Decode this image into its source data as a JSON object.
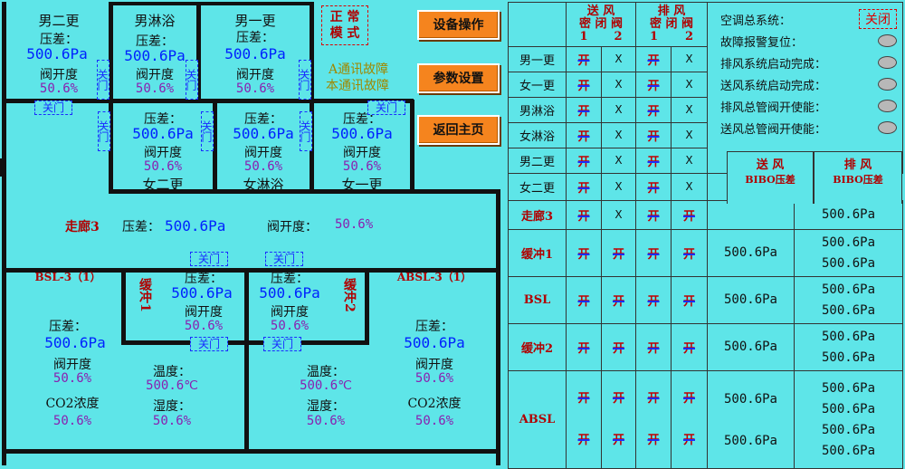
{
  "rooms": {
    "nan_er_geng": {
      "name": "男二更",
      "pressure_label": "压差：",
      "pressure": "500.6Pa",
      "valve_label": "阀开度",
      "valve": "50.6%"
    },
    "nan_lin_yu": {
      "name": "男淋浴",
      "pressure_label": "压差：",
      "pressure": "500.6Pa",
      "valve_label": "阀开度",
      "valve": "50.6%"
    },
    "nan_yi_geng": {
      "name": "男一更",
      "pressure_label": "压差：",
      "pressure": "500.6Pa",
      "valve_label": "阀开度",
      "valve": "50.6%"
    },
    "nv_er_geng": {
      "name": "女二更",
      "pressure_label": "压差：",
      "pressure": "500.6Pa",
      "valve_label": "阀开度",
      "valve": "50.6%"
    },
    "nv_lin_yu": {
      "name": "女淋浴",
      "pressure_label": "压差：",
      "pressure": "500.6Pa",
      "valve_label": "阀开度",
      "valve": "50.6%"
    },
    "nv_yi_geng": {
      "name": "女一更",
      "pressure_label": "压差：",
      "pressure": "500.6Pa",
      "valve_label": "阀开度",
      "valve": "50.6%"
    },
    "corridor": {
      "name": "走廊3",
      "pressure_label": "压差：",
      "pressure": "500.6Pa",
      "valve_label": "阀开度：",
      "valve": "50.6%"
    },
    "buffer1": {
      "name": "缓冲1",
      "pressure_label": "压差：",
      "pressure": "500.6Pa",
      "valve_label": "阀开度",
      "valve": "50.6%"
    },
    "buffer2": {
      "name": "缓冲2",
      "pressure_label": "压差：",
      "pressure": "500.6Pa",
      "valve_label": "阀开度",
      "valve": "50.6%"
    },
    "bsl": {
      "name": "BSL-3（1）",
      "pressure_label": "压差：",
      "pressure": "500.6Pa",
      "valve_label": "阀开度",
      "valve": "50.6%",
      "co2_label": "CO2浓度",
      "co2": "50.6%",
      "temp_label": "温度：",
      "temp": "500.6℃",
      "humidity_label": "湿度：",
      "humidity": "50.6%"
    },
    "absl": {
      "name": "ABSL-3（1）",
      "pressure_label": "压差：",
      "pressure": "500.6Pa",
      "valve_label": "阀开度",
      "valve": "50.6%",
      "co2_label": "CO2浓度",
      "co2": "50.6%",
      "temp_label": "温度：",
      "temp": "500.6℃",
      "humidity_label": "湿度：",
      "humidity": "50.6%"
    }
  },
  "doors": {
    "label": "关门"
  },
  "mode": {
    "text": "正 常 模 式",
    "color": "#b00000"
  },
  "faults": {
    "a_comm": "A通讯故障",
    "local_comm": "本通讯故障"
  },
  "buttons": {
    "device_op": "设备操作",
    "params": "参数设置",
    "home": "返回主页"
  },
  "table": {
    "supply_header": "送 风",
    "exhaust_header": "排 风",
    "damper_sub": "密 闭 阀",
    "col1": "1",
    "col2": "2",
    "supply_bibo": "送 风",
    "exhaust_bibo": "排 风",
    "bibo_sub": "BIBO压差",
    "open": "开",
    "closed": "X",
    "rows": [
      {
        "name": "男一更",
        "s1": "开",
        "s2": "X",
        "e1": "开",
        "e2": "X"
      },
      {
        "name": "女一更",
        "s1": "开",
        "s2": "X",
        "e1": "开",
        "e2": "X"
      },
      {
        "name": "男淋浴",
        "s1": "开",
        "s2": "X",
        "e1": "开",
        "e2": "X"
      },
      {
        "name": "女淋浴",
        "s1": "开",
        "s2": "X",
        "e1": "开",
        "e2": "X"
      },
      {
        "name": "男二更",
        "s1": "开",
        "s2": "X",
        "e1": "开",
        "e2": "X"
      },
      {
        "name": "女二更",
        "s1": "开",
        "s2": "X",
        "e1": "开",
        "e2": "X"
      },
      {
        "name": "走廊3",
        "s1": "开",
        "s2": "X",
        "e1": "开",
        "e2": "开",
        "sp": "",
        "ep": [
          "500.6Pa"
        ]
      },
      {
        "name": "缓冲1",
        "s1": "开",
        "s2": "开",
        "e1": "开",
        "e2": "开",
        "sp": "500.6Pa",
        "ep": [
          "500.6Pa",
          "500.6Pa"
        ]
      },
      {
        "name": "BSL",
        "s1": "开",
        "s2": "开",
        "e1": "开",
        "e2": "开",
        "sp": "500.6Pa",
        "ep": [
          "500.6Pa",
          "500.6Pa"
        ]
      },
      {
        "name": "缓冲2",
        "s1": "开",
        "s2": "开",
        "e1": "开",
        "e2": "开",
        "sp": "500.6Pa",
        "ep": [
          "500.6Pa",
          "500.6Pa"
        ]
      }
    ],
    "absl": {
      "name": "ABSL",
      "s1a": "开",
      "s2a": "开",
      "e1a": "开",
      "e2a": "开",
      "s1b": "开",
      "s2b": "开",
      "e1b": "开",
      "e2b": "开",
      "spa": "500.6Pa",
      "spb": "500.6Pa",
      "ep": [
        "500.6Pa",
        "500.6Pa",
        "500.6Pa",
        "500.6Pa"
      ]
    }
  },
  "status": {
    "ac_system_label": "空调总系统：",
    "ac_system_value": "关闭",
    "fault_reset": "故障报警复位：",
    "exhaust_start": "排风系统启动完成：",
    "supply_start": "送风系统启动完成：",
    "exhaust_valve": "排风总管阀开使能：",
    "supply_valve": "送风总管阀开使能："
  }
}
